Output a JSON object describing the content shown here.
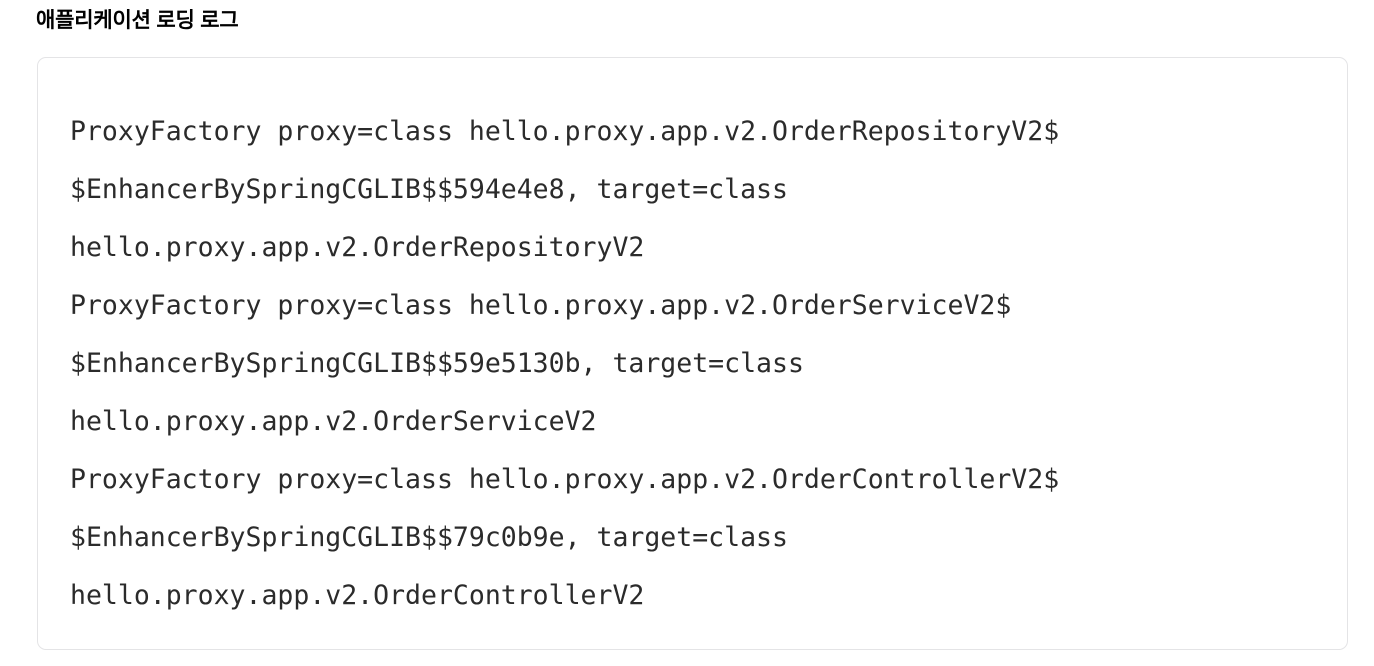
{
  "page": {
    "title": "애플리케이션 로딩 로그",
    "background_color": "#ffffff"
  },
  "log_panel": {
    "border_color": "#e4e4e6",
    "background_color": "#ffffff",
    "text_color": "#2b2b2b",
    "lines": [
      "ProxyFactory proxy=class hello.proxy.app.v2.OrderRepositoryV2$",
      "$EnhancerBySpringCGLIB$$594e4e8, target=class",
      "hello.proxy.app.v2.OrderRepositoryV2",
      "ProxyFactory proxy=class hello.proxy.app.v2.OrderServiceV2$",
      "$EnhancerBySpringCGLIB$$59e5130b, target=class",
      "hello.proxy.app.v2.OrderServiceV2",
      "ProxyFactory proxy=class hello.proxy.app.v2.OrderControllerV2$",
      "$EnhancerBySpringCGLIB$$79c0b9e, target=class",
      "hello.proxy.app.v2.OrderControllerV2"
    ]
  }
}
